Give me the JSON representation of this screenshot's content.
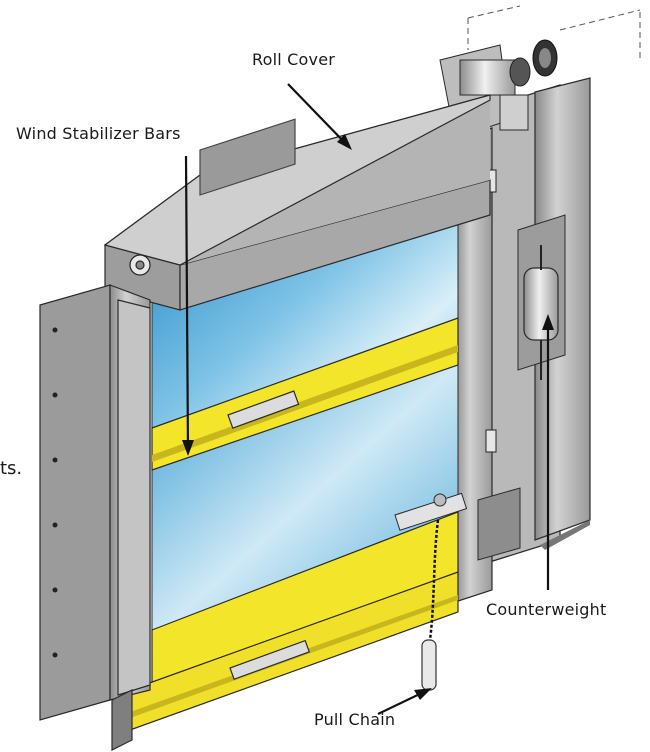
{
  "labels": {
    "roll_cover": "Roll Cover",
    "wind_stabilizer_bars": "Wind Stabilizer Bars",
    "counterweight": "Counterweight",
    "pull_chain": "Pull Chain",
    "edge_fragment": "ts."
  },
  "colors": {
    "frame_light": "#c9c9c9",
    "frame_mid": "#a6a6a6",
    "frame_dark": "#7d7d7d",
    "frame_shadow": "#5e5e5e",
    "glass_top": "#1f8fc9",
    "glass_light": "#d8eef7",
    "stabilizer_yellow": "#f3e52a",
    "stabilizer_dark": "#c7b71d",
    "outline": "#2a2a2a"
  }
}
